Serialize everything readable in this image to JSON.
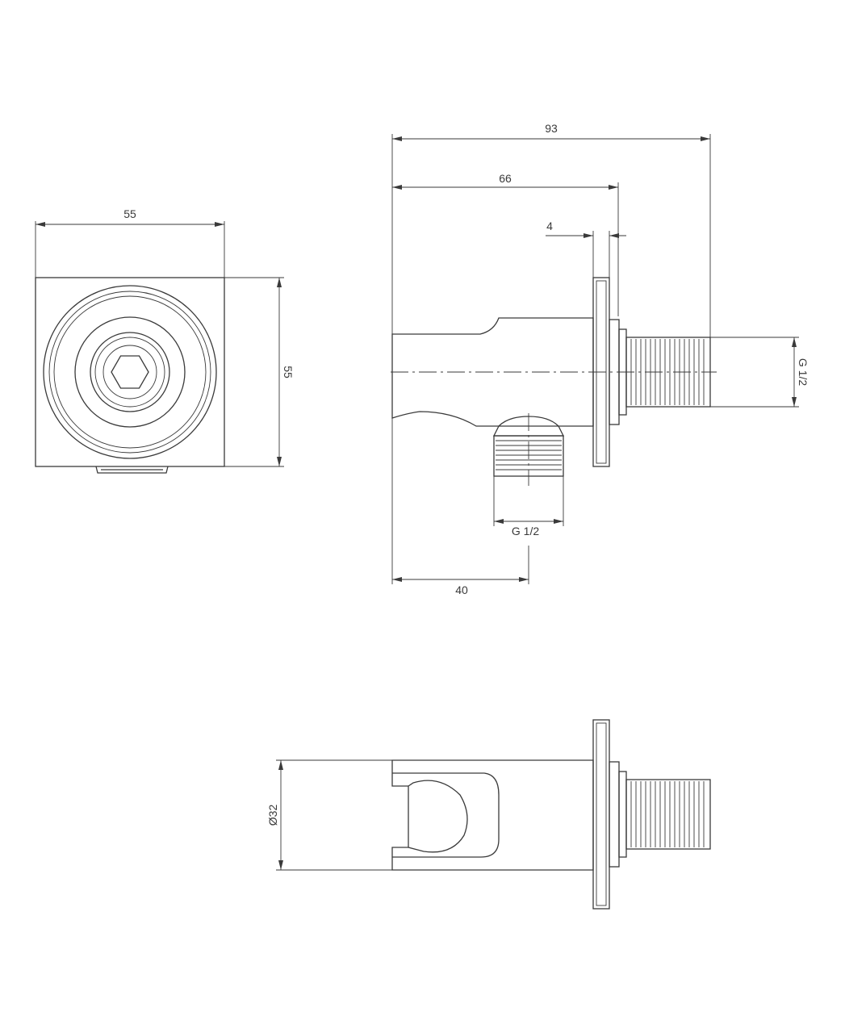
{
  "front_view": {
    "width_label": "55",
    "height_label": "55"
  },
  "side_view": {
    "overall_length_label": "93",
    "body_length_label": "66",
    "flange_thickness_label": "4",
    "rear_thread_label": "G 1/2",
    "bottom_thread_label": "G 1/2",
    "outlet_offset_label": "40"
  },
  "top_view": {
    "diameter_label": "Ø32"
  }
}
